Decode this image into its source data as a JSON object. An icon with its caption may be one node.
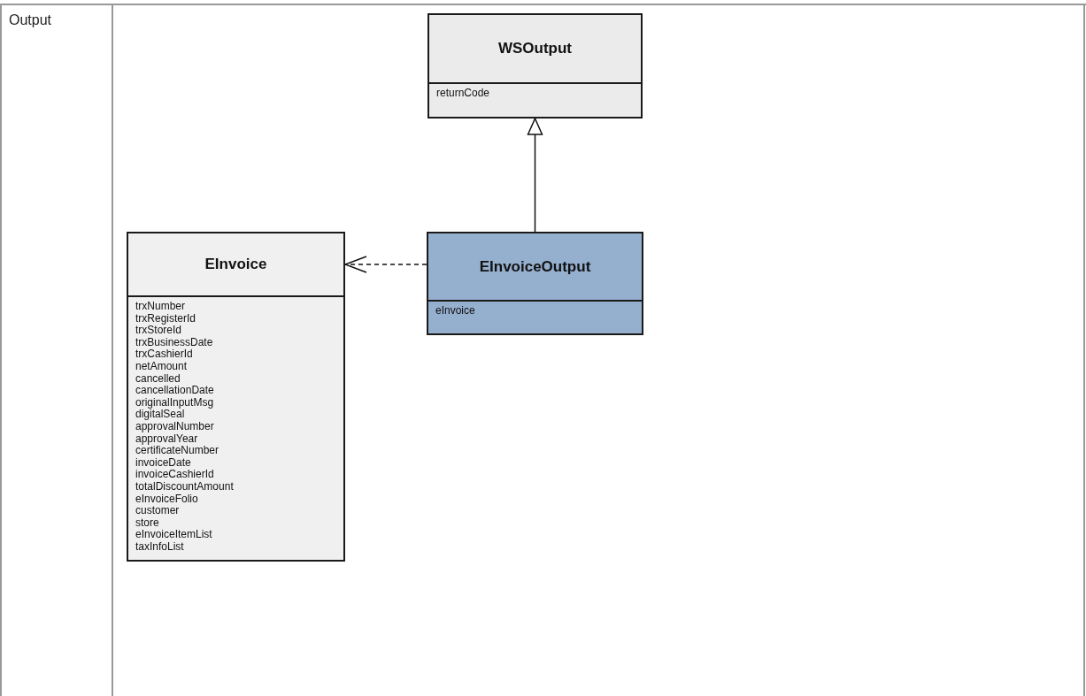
{
  "diagram": {
    "nodes": [
      {
        "text": [
          "WSOutput",
          "returnCode"
        ]
      },
      {
        "text": [
          "EInvoice",
          "trxNumber",
          "trxRegisterId",
          "trxStoreId",
          "trxBusinessDate",
          "trxCashierId",
          "netAmount",
          "cancelled",
          "cancellationDate",
          "originalInputMsg",
          "digitalSeal",
          "approvalNumber",
          "approvalYear",
          "certificateNumber",
          "invoiceDate",
          "invoiceCashierId",
          "totalDiscountAmount",
          "eInvoiceFolio",
          "customer",
          "store",
          "eInvoiceItemList",
          "taxInfoList"
        ]
      },
      {
        "text": [
          "EInvoiceOutput",
          "eInvoice"
        ]
      }
    ],
    "edges": [
      {
        "from": 2,
        "to": 0,
        "arrow": "to"
      },
      {
        "from": 2,
        "to": 1,
        "arrow": "to",
        "style": "dashed"
      }
    ],
    "labels": [
      "Output"
    ]
  }
}
